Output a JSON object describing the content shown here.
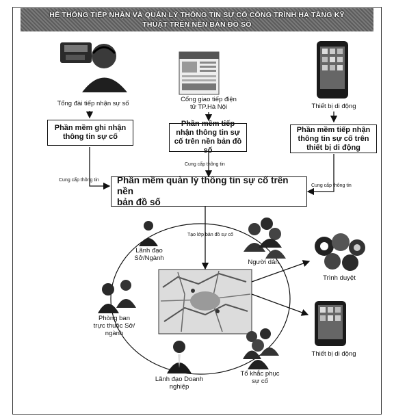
{
  "title": {
    "line1": "HỆ THỐNG TIẾP NHẬN VÀ QUẢN LÝ THÔNG TIN SỰ CỐ CÔNG TRÌNH HẠ TẦNG KỸ",
    "line2": "THUẬT TRÊN NỀN BẢN ĐỒ SỐ"
  },
  "sources": {
    "hotline": "Tổng đài tiếp nhận sự số",
    "portal_line1": "Cổng giao tiếp điện",
    "portal_line2": "tử TP.Hà Nội",
    "mobile": "Thiết bị di động"
  },
  "software": {
    "record": "Phần mềm ghi nhận thông tin sự cố",
    "portal": "Phần mềm tiếp nhận thông tin sự cố trên nền bản đồ số",
    "mobile": "Phần mềm tiếp nhận thông tin sự cố trên thiết bị di động",
    "main_line1": "Phần mềm quản lý thông tin sự cố trên nền",
    "main_line2": "bản đồ số"
  },
  "edge_labels": {
    "provide_left": "Cung cấp thông tin",
    "provide_center": "Cung cấp thông tin",
    "provide_right": "Cung cấp thông tin",
    "create_map": "Tạo lớp bản đồ sự cố"
  },
  "actors": {
    "city_leader_line1": "Lãnh đạo",
    "city_leader_line2": "Sở/Ngành",
    "citizens": "Người dân",
    "dept_line1": "Phòng ban",
    "dept_line2": "trực thuộc Sở/",
    "dept_line3": "ngành",
    "business_line1": "Lãnh đạo Doanh",
    "business_line2": "nghiệp",
    "repair_line1": "Tổ khắc phục",
    "repair_line2": "sự cố"
  },
  "outputs": {
    "browser": "Trình duyệt",
    "mobile": "Thiết bị di động"
  }
}
